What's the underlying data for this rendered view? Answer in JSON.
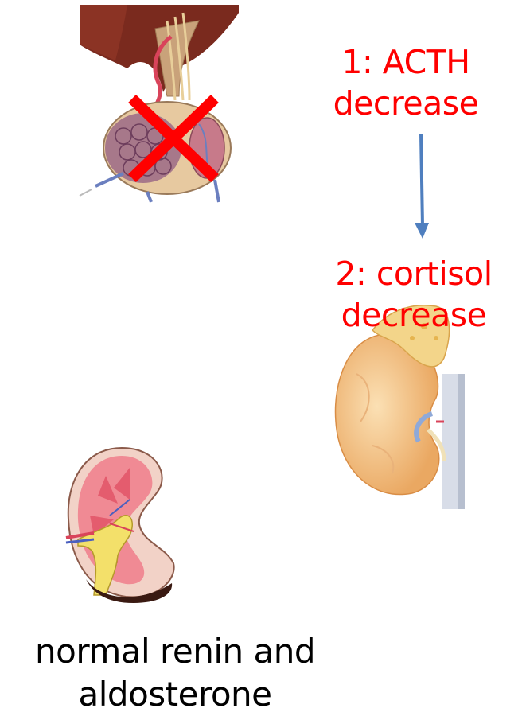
{
  "labels": {
    "step1_line1": "1: ACTH",
    "step1_line2": "decrease",
    "step2_line1": "2: cortisol",
    "step2_line2": "decrease",
    "bottom_line1": "normal renin and",
    "bottom_line2": "aldosterone"
  },
  "icons": {
    "pituitary": "pituitary-gland-illustration",
    "cross": "red-x-mark",
    "arrow": "down-arrow",
    "adrenal_kidney": "adrenal-gland-on-kidney-illustration",
    "kidney_section": "kidney-cross-section-illustration"
  },
  "colors": {
    "label_red": "#ff0000",
    "label_black": "#000000",
    "arrow": "#4f7fbf",
    "cross": "#ff0000"
  }
}
